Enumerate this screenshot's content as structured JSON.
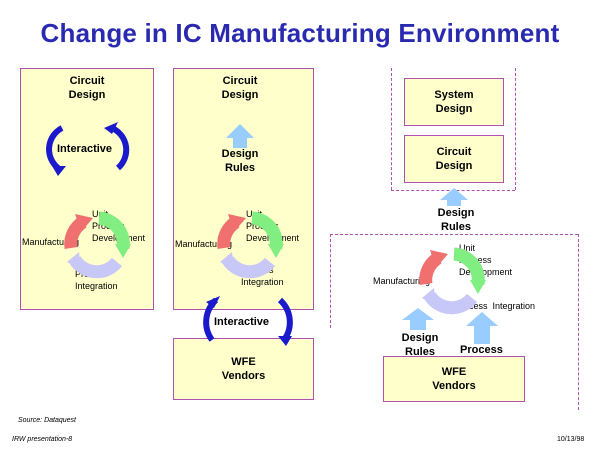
{
  "title": "Change in IC Manufacturing Environment",
  "left_panel": {
    "circuit_design": "Circuit\nDesign",
    "interactive": "Interactive",
    "manufacturing": "Manufacturing",
    "unit_process_development": "Unit\nProcess\nDevelopment",
    "process_integration": "Process\nIntegration"
  },
  "middle_panel": {
    "circuit_design": "Circuit\nDesign",
    "design_rules": "Design\nRules",
    "manufacturing": "Manufacturing",
    "unit_process_development": "Unit\nProcess\nDevelopment",
    "process_integration": "Process\nIntegration",
    "interactive": "Interactive",
    "wfe_vendors": "WFE\nVendors"
  },
  "right_panel": {
    "system_design": "System\nDesign",
    "circuit_design": "Circuit\nDesign",
    "design_rules_top": "Design\nRules",
    "manufacturing": "Manufacturing",
    "unit_process_development": "Unit\nProcess\nDevelopment",
    "process_integration": "Process  Integration",
    "design_rules_bottom": "Design\nRules",
    "process": "Process",
    "wfe_vendors": "WFE\nVendors"
  },
  "footer": {
    "source": "Source: Dataquest",
    "presentation": "IRW presentation-8",
    "date": "10/13/98"
  },
  "colors": {
    "title": "#2a2ab0",
    "panel_fill": "#ffffcc",
    "panel_border": "#b050b0",
    "interactive_arrow": "#1a1acc",
    "cycle_red": "#f07070",
    "cycle_green": "#80ee80",
    "cycle_lavender": "#c8c8f8",
    "up_arrow": "#99ccff"
  }
}
